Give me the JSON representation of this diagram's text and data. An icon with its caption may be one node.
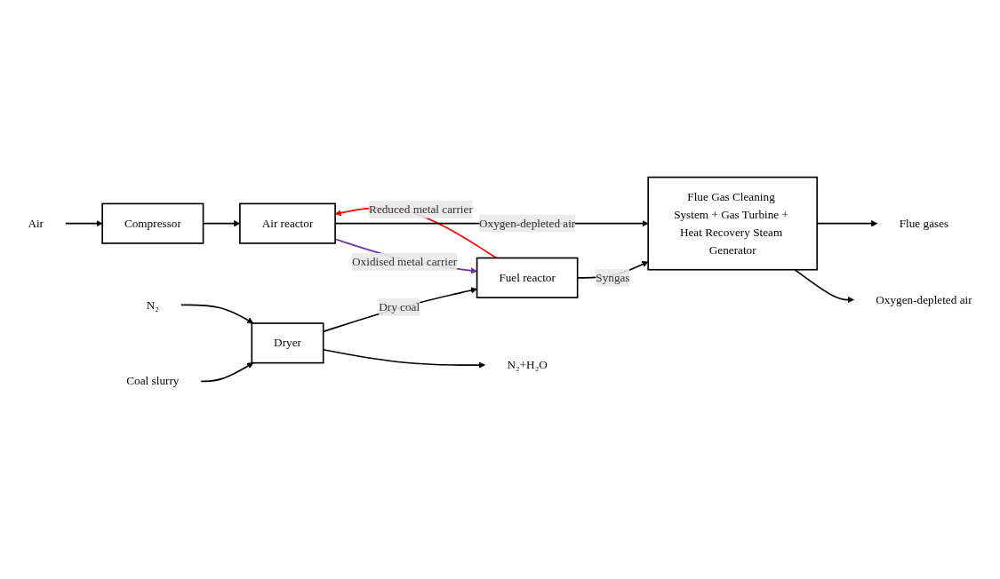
{
  "diagram": {
    "nodes": [
      {
        "text": [
          "Air"
        ]
      },
      {
        "text": [
          "Compressor"
        ]
      },
      {
        "text": [
          "Air reactor"
        ]
      },
      {
        "text": [
          "Fuel reactor"
        ]
      },
      {
        "text": [
          "Flue Gas Cleaning System + Gas Turbine + Heat Recovery Steam Generator"
        ]
      },
      {
        "text": [
          "Oxygen-depleted air"
        ]
      },
      {
        "text": [
          "Flue gases"
        ]
      },
      {
        "text": [
          "N₂"
        ]
      },
      {
        "text": [
          "Dryer"
        ]
      },
      {
        "text": [
          "N₂+H₂O"
        ]
      },
      {
        "text": [
          "Coal slurry"
        ]
      }
    ],
    "edges": [
      {
        "from": 0,
        "to": 1,
        "arrow": "to"
      },
      {
        "from": 1,
        "to": 2,
        "arrow": "to"
      },
      {
        "from": 2,
        "to": 3,
        "arrow": "to",
        "label": "Oxidised metal carrier",
        "color": "#7030a0"
      },
      {
        "from": 3,
        "to": 2,
        "arrow": "to",
        "label": "Reduced metal carrier",
        "color": "#ff0000"
      },
      {
        "from": 2,
        "to": 4,
        "arrow": "to",
        "label": "Oxygen-depleted air"
      },
      {
        "from": 3,
        "to": 4,
        "arrow": "to",
        "label": "Syngas"
      },
      {
        "from": 4,
        "to": 5,
        "arrow": "to"
      },
      {
        "from": 4,
        "to": 6,
        "arrow": "to"
      },
      {
        "from": 7,
        "to": 8,
        "arrow": "to"
      },
      {
        "from": 8,
        "to": 9,
        "arrow": "to"
      },
      {
        "from": 10,
        "to": 8,
        "arrow": "to"
      },
      {
        "from": 8,
        "to": 3,
        "arrow": "to",
        "label": "Dry coal"
      }
    ]
  }
}
